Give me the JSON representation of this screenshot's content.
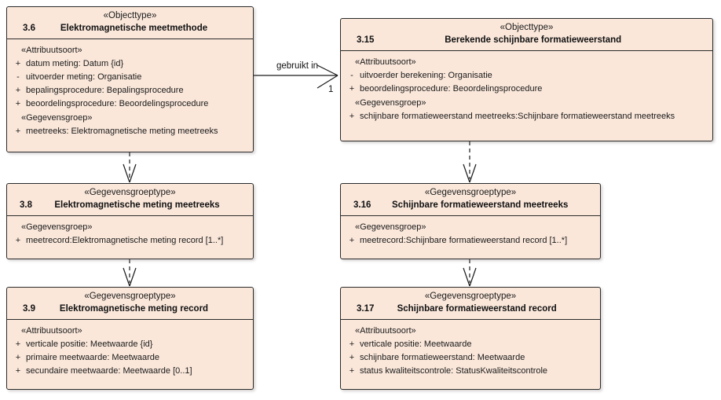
{
  "diagram": {
    "type": "uml-class-diagram",
    "background": "#ffffff",
    "class_fill": "#FAE7DA",
    "border_color": "#2b2b2b"
  },
  "classes": [
    {
      "id": "emm",
      "stereotype": "«Objecttype»",
      "number": "3.6",
      "name": "Elektromagnetische meetmethode",
      "groups": [
        {
          "label": "«Attribuutsoort»",
          "attributes": [
            {
              "visibility": "+",
              "text": "datum meting: Datum {id}"
            },
            {
              "visibility": "-",
              "text": "uitvoerder meting: Organisatie"
            },
            {
              "visibility": "+",
              "text": "bepalingsprocedure: Bepalingsprocedure"
            },
            {
              "visibility": "+",
              "text": "beoordelingsprocedure: Beoordelingsprocedure"
            }
          ]
        },
        {
          "label": "«Gegevensgroep»",
          "attributes": [
            {
              "visibility": "+",
              "text": "meetreeks: Elektromagnetische meting meetreeks"
            }
          ]
        }
      ]
    },
    {
      "id": "bsf",
      "stereotype": "«Objecttype»",
      "number": "3.15",
      "name": "Berekende schijnbare formatieweerstand",
      "groups": [
        {
          "label": "«Attribuutsoort»",
          "attributes": [
            {
              "visibility": "-",
              "text": "uitvoerder berekening: Organisatie"
            },
            {
              "visibility": "+",
              "text": "beoordelingsprocedure: Beoordelingsprocedure"
            }
          ]
        },
        {
          "label": "«Gegevensgroep»",
          "attributes": [
            {
              "visibility": "+",
              "text": "schijnbare formatieweerstand meetreeks:Schijnbare formatieweerstand meetreeks"
            }
          ]
        }
      ]
    },
    {
      "id": "emm-reeks",
      "stereotype": "«Gegevensgroeptype»",
      "number": "3.8",
      "name": "Elektromagnetische meting meetreeks",
      "groups": [
        {
          "label": "«Gegevensgroep»",
          "attributes": [
            {
              "visibility": "+",
              "text": "meetrecord:Elektromagnetische meting record [1..*]"
            }
          ]
        }
      ]
    },
    {
      "id": "sfw-reeks",
      "stereotype": "«Gegevensgroeptype»",
      "number": "3.16",
      "name": "Schijnbare formatieweerstand meetreeks",
      "groups": [
        {
          "label": "«Gegevensgroep»",
          "attributes": [
            {
              "visibility": "+",
              "text": "meetrecord:Schijnbare formatieweerstand record [1..*]"
            }
          ]
        }
      ]
    },
    {
      "id": "emm-record",
      "stereotype": "«Gegevensgroeptype»",
      "number": "3.9",
      "name": "Elektromagnetische meting record",
      "groups": [
        {
          "label": "«Attribuutsoort»",
          "attributes": [
            {
              "visibility": "+",
              "text": "verticale positie: Meetwaarde {id}"
            },
            {
              "visibility": "+",
              "text": "primaire meetwaarde: Meetwaarde"
            },
            {
              "visibility": "+",
              "text": "secundaire meetwaarde: Meetwaarde [0..1]"
            }
          ]
        }
      ]
    },
    {
      "id": "sfw-record",
      "stereotype": "«Gegevensgroeptype»",
      "number": "3.17",
      "name": "Schijnbare formatieweerstand record",
      "groups": [
        {
          "label": "«Attribuutsoort»",
          "attributes": [
            {
              "visibility": "+",
              "text": "verticale positie: Meetwaarde"
            },
            {
              "visibility": "+",
              "text": "schijnbare formatieweerstand: Meetwaarde"
            },
            {
              "visibility": "+",
              "text": "status kwaliteitscontrole: StatusKwaliteitscontrole"
            }
          ]
        }
      ]
    }
  ],
  "connectors": [
    {
      "id": "assoc-gebruikt-in",
      "kind": "association",
      "style": "solid",
      "arrow": "open",
      "label": "gebruikt in",
      "target_multiplicity": "1",
      "from": "emm",
      "to": "bsf"
    },
    {
      "id": "dep-emm-reeks",
      "kind": "dependency",
      "style": "dashed",
      "arrow": "open-v",
      "from": "emm",
      "to": "emm-reeks"
    },
    {
      "id": "dep-bsf-reeks",
      "kind": "dependency",
      "style": "dashed",
      "arrow": "open-v",
      "from": "bsf",
      "to": "sfw-reeks"
    },
    {
      "id": "dep-emm-record",
      "kind": "dependency",
      "style": "dashed",
      "arrow": "open-v",
      "from": "emm-reeks",
      "to": "emm-record"
    },
    {
      "id": "dep-sfw-record",
      "kind": "dependency",
      "style": "dashed",
      "arrow": "open-v",
      "from": "sfw-reeks",
      "to": "sfw-record"
    }
  ]
}
